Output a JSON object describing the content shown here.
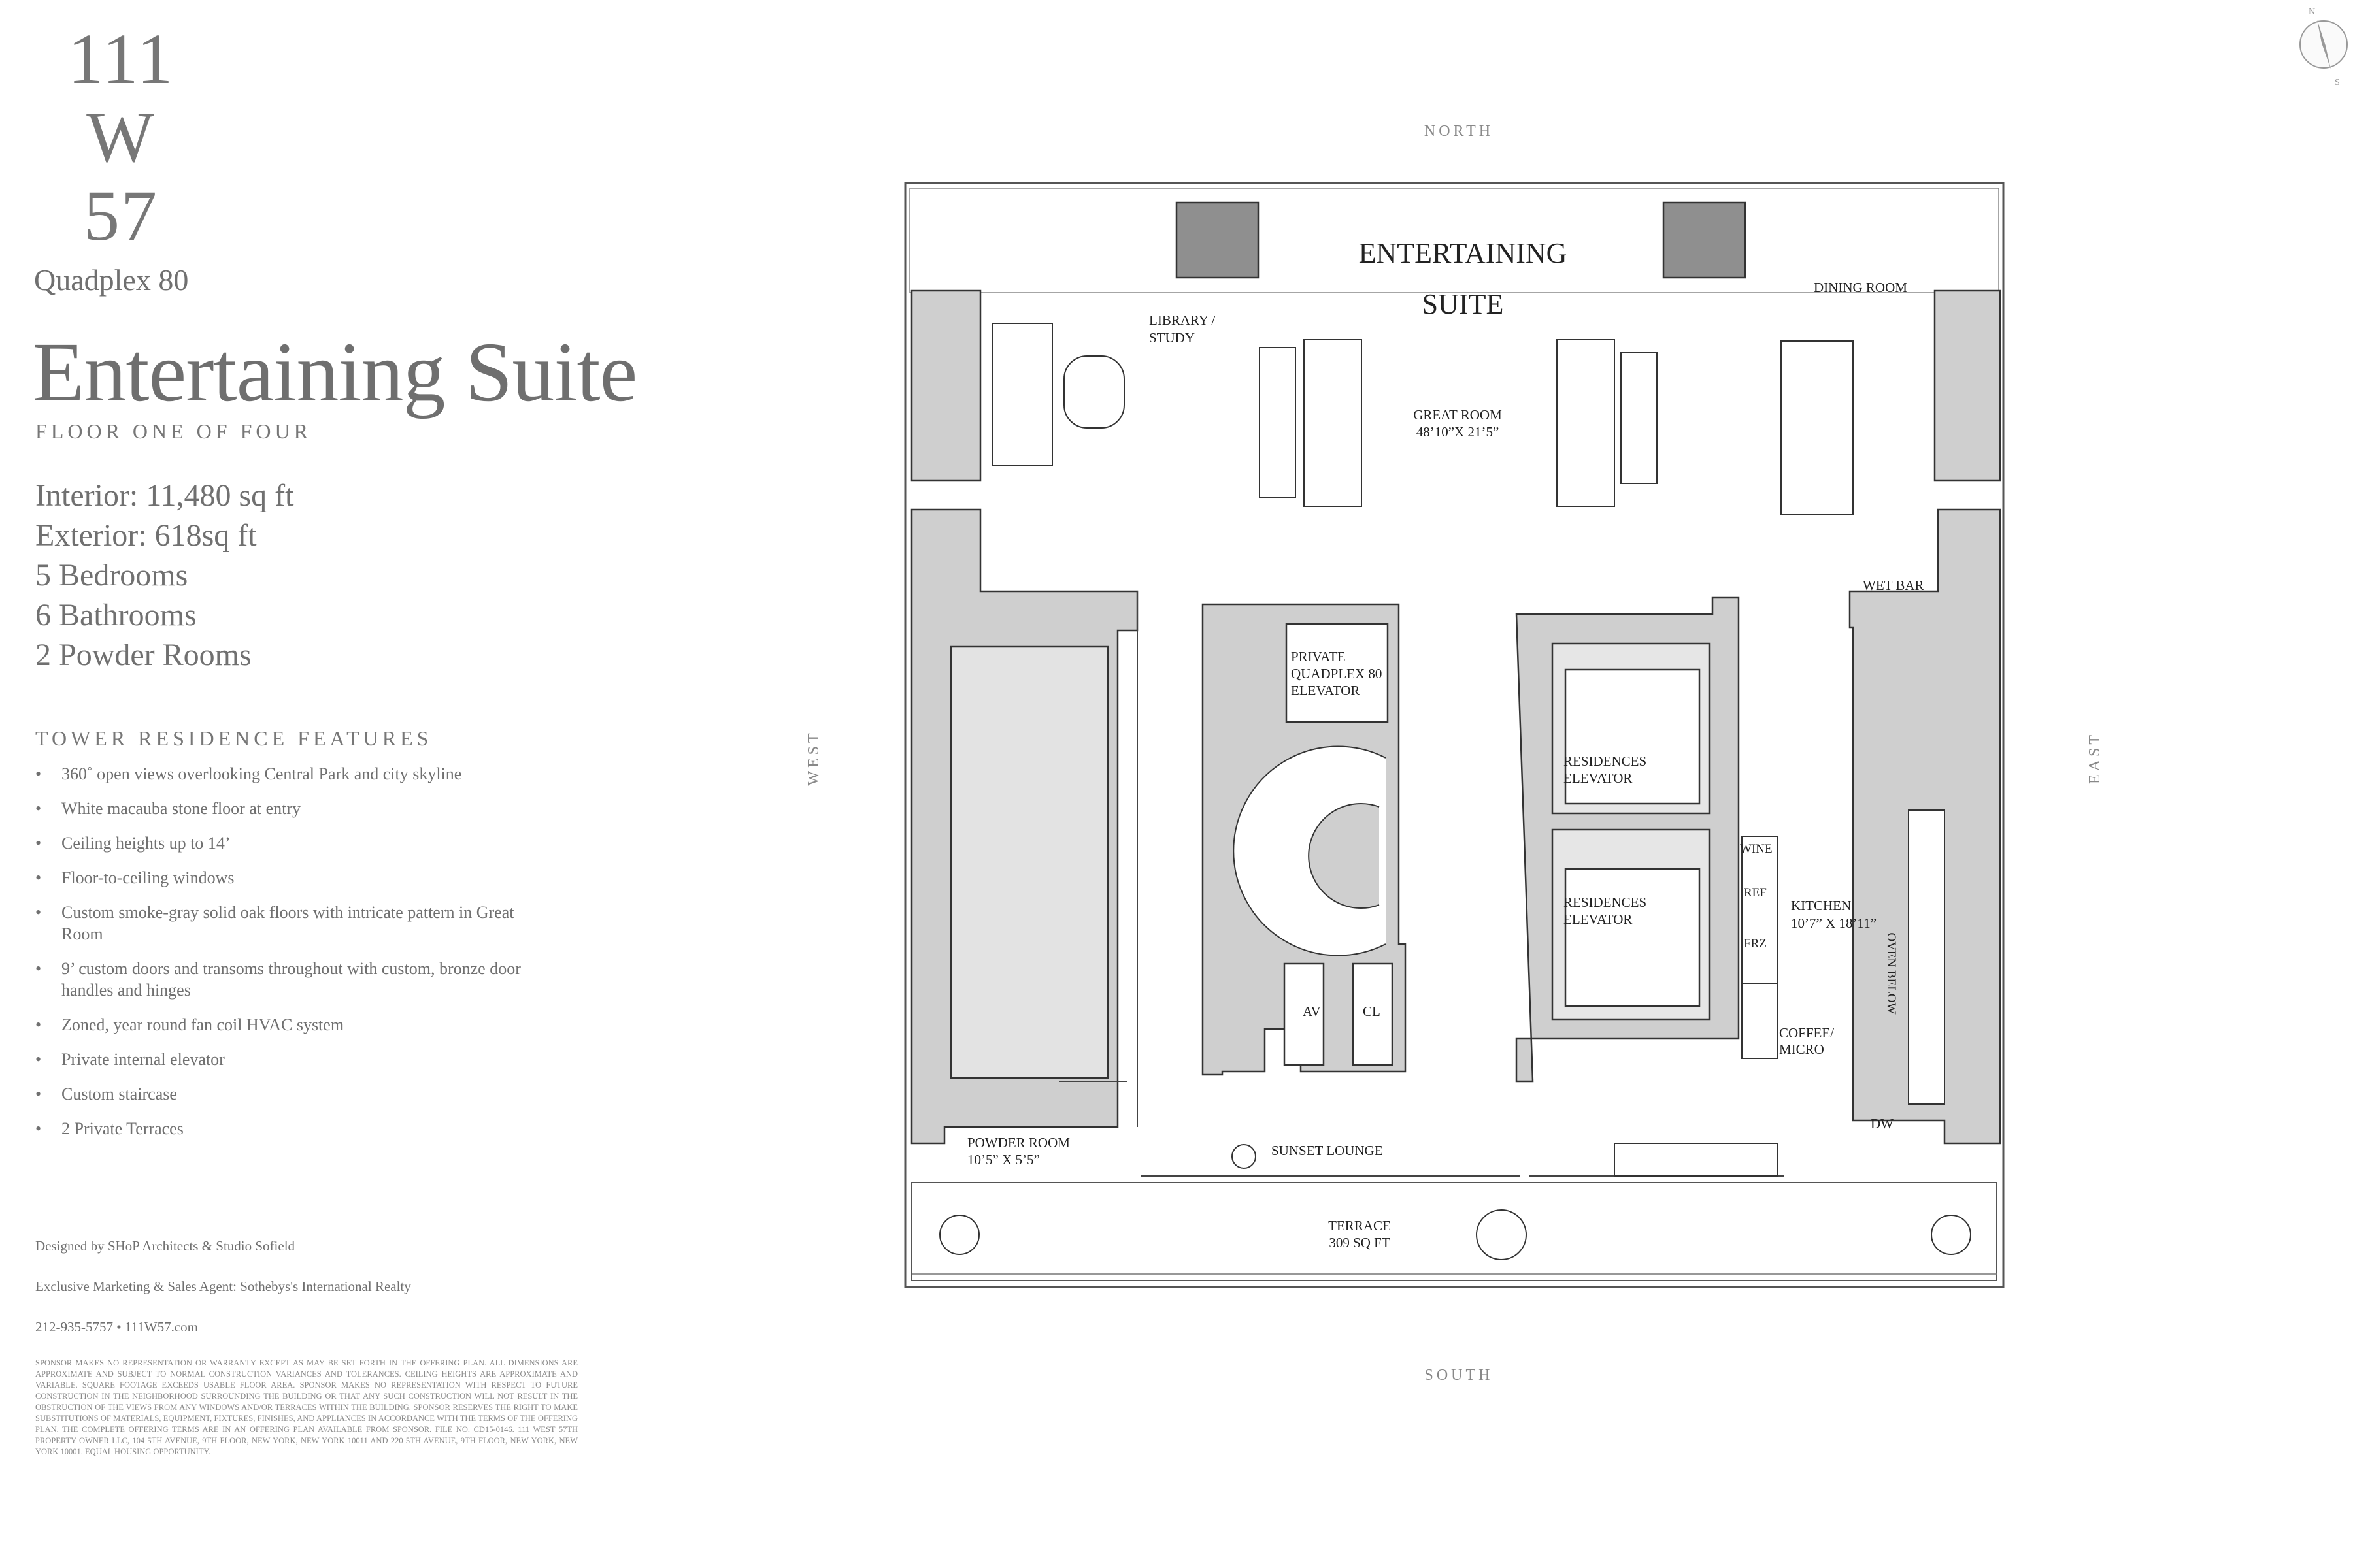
{
  "brand": {
    "lines": [
      "111",
      "W",
      "57"
    ]
  },
  "unit": "Quadplex 80",
  "title": "Entertaining Suite",
  "subtitle": "FLOOR ONE OF FOUR",
  "stats": [
    "Interior: 11,480 sq ft",
    "Exterior: 618sq ft",
    "5 Bedrooms",
    "6 Bathrooms",
    "2 Powder Rooms"
  ],
  "features_heading": "TOWER RESIDENCE FEATURES",
  "bullet": "•",
  "features": [
    "360˚ open views overlooking Central Park and city skyline",
    "White macauba stone floor at entry",
    "Ceiling heights up to 14’",
    "Floor-to-ceiling windows",
    "Custom smoke-gray solid oak floors with intricate pattern in Great Room",
    "9’ custom doors and transoms throughout with custom, bronze door handles and hinges",
    "Zoned, year round fan coil HVAC system",
    "Private internal elevator",
    "Custom staircase",
    "2 Private Terraces"
  ],
  "credits": {
    "designed_by": "Designed by SHoP Architects & Studio Sofield",
    "agent": "Exclusive Marketing & Sales Agent: Sothebys's International Realty",
    "contact": "212-935-5757  •  111W57.com"
  },
  "disclaimer": "Sponsor makes no representation or warranty except as may be set forth in the offering plan. All dimensions are approximate and subject to normal construction variances and tolerances. Ceiling heights are approximate and variable. Square footage exceeds usable floor area. Sponsor makes no representation with respect to future construction in the neighborhood surrounding the building or that any such construction will not result in the obstruction of the views from any windows and/or terraces within the building. Sponsor reserves the right to make substitutions of materials, equipment, fixtures, finishes, and appliances in accordance with the terms of the offering plan. The complete offering terms are in an offering plan available from sponsor. File No. CD15-0146. 111 West 57th Property Owner LLC, 104 5th Avenue, 9th Floor, New York, New York 10011 and 220 5th Avenue, 9th Floor, New York, New York 10001. Equal housing opportunity.",
  "plan": {
    "compass": {
      "n": "N",
      "s": "S"
    },
    "orientation": {
      "north": "NORTH",
      "south": "SOUTH",
      "west": "WEST",
      "east": "EAST"
    },
    "heading": [
      "ENTERTAINING",
      "SUITE"
    ],
    "rooms": {
      "library": [
        "LIBRARY /",
        "STUDY"
      ],
      "great_room": [
        "GREAT ROOM",
        "48’10”X 21’5”"
      ],
      "dining_room": "DINING ROOM",
      "wet_bar": "WET BAR",
      "private_elevator": [
        "PRIVATE",
        "QUADPLEX 80",
        "ELEVATOR"
      ],
      "res_elevator_1": [
        "RESIDENCES",
        "ELEVATOR"
      ],
      "res_elevator_2": [
        "RESIDENCES",
        "ELEVATOR"
      ],
      "wine": "WINE",
      "ref": "REF",
      "frz": "FRZ",
      "kitchen": [
        "KITCHEN",
        "10’7” X 18’11”"
      ],
      "coffee": [
        "COFFEE/",
        "MICRO"
      ],
      "oven": "OVEN BELOW",
      "dw": "DW",
      "av": "AV",
      "cl": "CL",
      "powder": [
        "POWDER ROOM",
        "10’5” X 5’5”"
      ],
      "sunset": "SUNSET LOUNGE",
      "terrace": [
        "TERRACE",
        "309 SQ FT"
      ]
    }
  }
}
